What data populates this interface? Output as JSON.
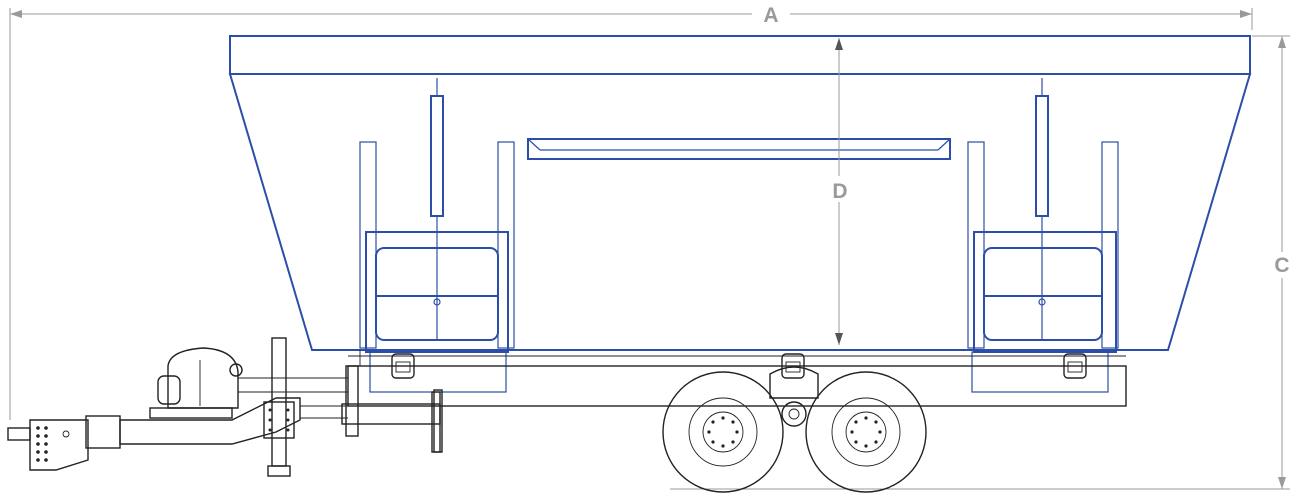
{
  "dimensions": {
    "length_label": "A",
    "height_label": "C",
    "tub_depth_label": "D"
  },
  "colors": {
    "tub_outline": "#2b4fa8",
    "chassis_outline": "#222222",
    "dimension_lines": "#9a9a9a"
  }
}
